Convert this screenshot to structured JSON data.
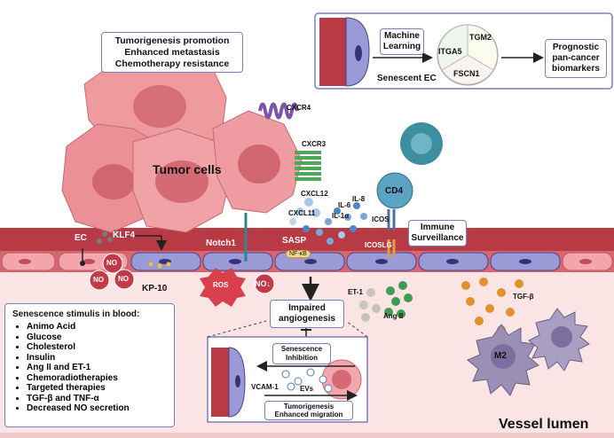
{
  "tumor": {
    "promotion_lines": [
      "Tumorigenesis promotion",
      "Enhanced metastasis",
      "Chemotherapy resistance"
    ],
    "label": "Tumor cells"
  },
  "ml_panel": {
    "machine_learning_lines": [
      "Machine",
      "Learning"
    ],
    "genes": [
      "ITGA5",
      "TGM2",
      "FSCN1"
    ],
    "senescent_ec": "Senescent EC",
    "prognostic_lines": [
      "Prognostic",
      "pan-cancer",
      "biomarkers"
    ]
  },
  "receptors": {
    "cxcr4": "CXCR4",
    "cxcr3": "CXCR3"
  },
  "chemokines": {
    "cxcl12": "CXCL12",
    "cxcl11": "CXCL11",
    "il8": "IL-8",
    "il6": "IL-6",
    "il1a": "IL-1α",
    "sasp": "SASP",
    "nfkb": "NF-κB"
  },
  "immune": {
    "cd4": "CD4",
    "icos": "ICOS",
    "icoslg": "ICOSLG",
    "surveillance_lines": [
      "Immune",
      "Surveillance"
    ]
  },
  "vessel": {
    "ec": "EC",
    "klf4": "KLF4",
    "notch1": "Notch1",
    "no": "NO",
    "kp10": "KP-10",
    "ros": "ROS",
    "no_down": "NO↓",
    "et1": "ET-1",
    "ang2": "Ang II",
    "tgfb": "TGF-β",
    "m2": "M2",
    "lumen": "Vessel lumen"
  },
  "angiogenesis_lines": [
    "Impaired",
    "angiogenesis"
  ],
  "stimuli": {
    "title": "Senescence stimulis in blood:",
    "items": [
      "Animo Acid",
      "Glucose",
      "Cholesterol",
      "Insulin",
      "Ang II and ET-1",
      "Chemoradiotherapies",
      "Targeted therapies",
      "TGF-β and TNF-α",
      "Decreased NO secretion"
    ]
  },
  "inset": {
    "inhibition_lines": [
      "Senescence",
      "Inhibition"
    ],
    "vcam1": "VCAM-1",
    "evs": "EVs",
    "tumorigenesis_lines": [
      "Tumorigenesis",
      "Enhanced migration"
    ]
  },
  "colors": {
    "vessel_wall": "#b83a45",
    "endothelial": "#8f8fd0",
    "tumor": "#e8858c",
    "lumen": "#fbe4e4"
  }
}
